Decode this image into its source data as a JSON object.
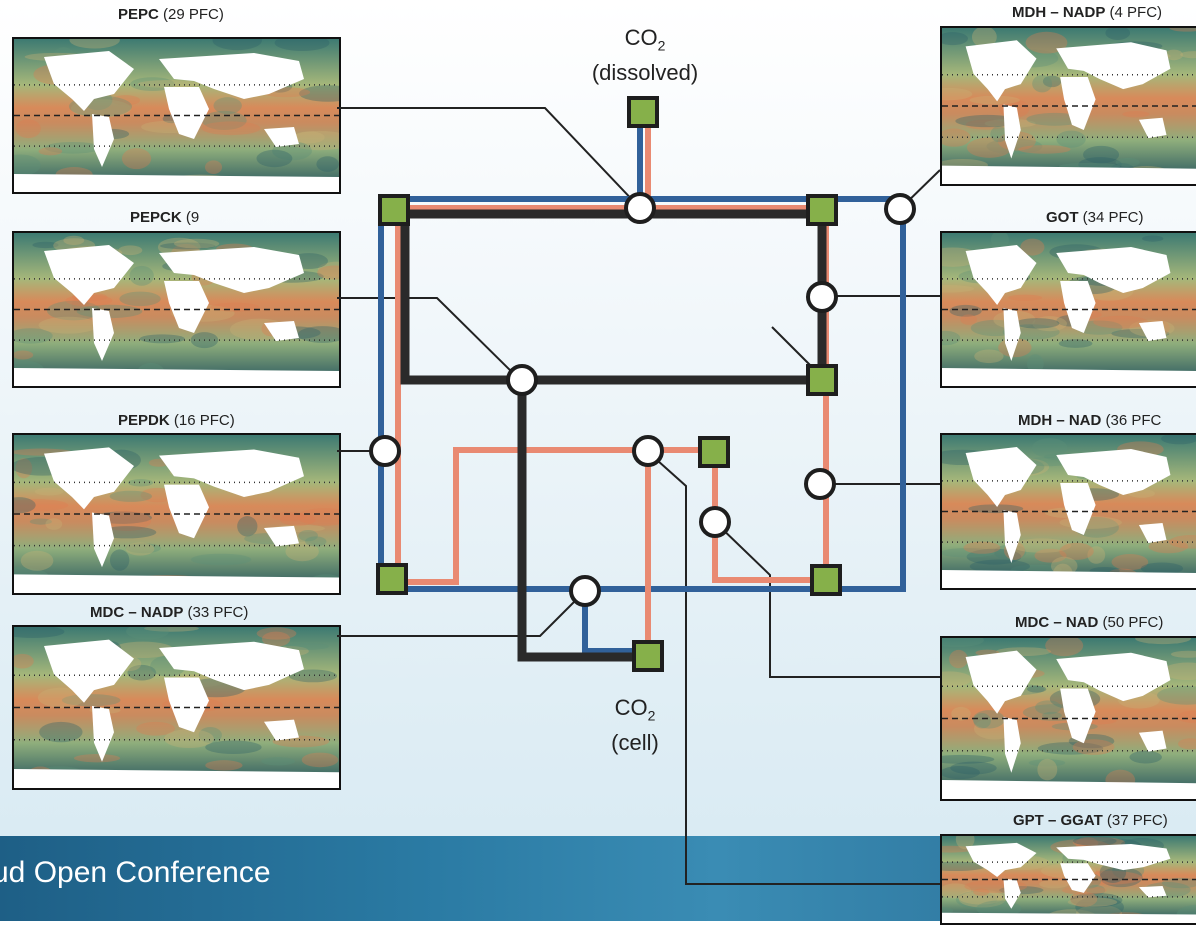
{
  "footer": {
    "conference_text": "ud Open Conference"
  },
  "co2_nodes": {
    "dissolved": {
      "main": "CO",
      "sub": "2",
      "paren": "(dissolved)"
    },
    "cell": {
      "main": "CO",
      "sub": "2",
      "paren": "(cell)"
    }
  },
  "panels": [
    {
      "id": "pepc",
      "name": "PEPC",
      "count": "(29 PFC)"
    },
    {
      "id": "pepck",
      "name": "PEPCK",
      "count": "(9"
    },
    {
      "id": "pepdk",
      "name": "PEPDK",
      "count": "(16 PFC)"
    },
    {
      "id": "mdc-nadp",
      "name": "MDC – NADP",
      "count": "(33 PFC)"
    },
    {
      "id": "mdh-nadp",
      "name": "MDH – NADP",
      "count": "(4 PFC)"
    },
    {
      "id": "got",
      "name": "GOT",
      "count": "(34 PFC)"
    },
    {
      "id": "mdh-nad",
      "name": "MDH – NAD",
      "count": "(36 PFC"
    },
    {
      "id": "mdc-nad",
      "name": "MDC – NAD",
      "count": "(50 PFC)"
    },
    {
      "id": "gpt-ggat",
      "name": "GPT – GGAT",
      "count": "(37 PFC)"
    }
  ],
  "colors": {
    "blue_path": "#31619a",
    "salmon_path": "#e98a72",
    "black_path": "#2a2a2a",
    "node_square": "#86b04a",
    "footer_bar": "#2a7aa3"
  }
}
